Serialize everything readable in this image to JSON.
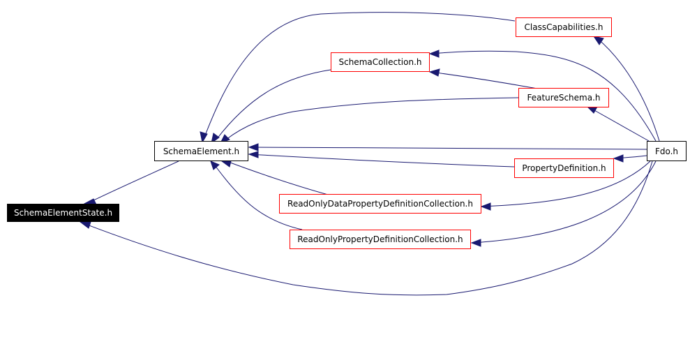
{
  "colors": {
    "edge": "#191970",
    "root_fill": "#000000",
    "root_text": "#ffffff",
    "node_border_black": "#000000",
    "node_border_red": "#ff0000",
    "background": "#ffffff"
  },
  "nodes": {
    "schema_element_state": "SchemaElementState.h",
    "schema_element": "SchemaElement.h",
    "class_capabilities": "ClassCapabilities.h",
    "schema_collection": "SchemaCollection.h",
    "feature_schema": "FeatureSchema.h",
    "fdo": "Fdo.h",
    "property_definition": "PropertyDefinition.h",
    "readonly_data_property_definition_collection": "ReadOnlyDataPropertyDefinitionCollection.h",
    "readonly_property_definition_collection": "ReadOnlyPropertyDefinitionCollection.h"
  }
}
